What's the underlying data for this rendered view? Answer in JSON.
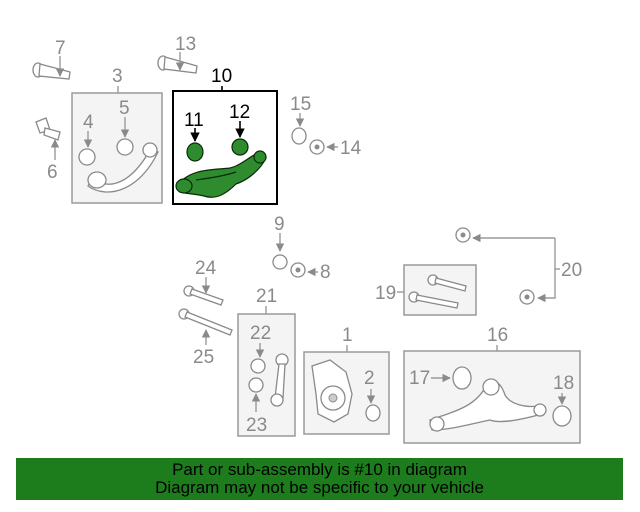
{
  "colors": {
    "banner_background": "#1d7d1d",
    "highlight_part": "#2e8b2e",
    "callout_gray": "#8a8a8a"
  },
  "callouts": {
    "p1": "1",
    "p2": "2",
    "p3": "3",
    "p4": "4",
    "p5": "5",
    "p6": "6",
    "p7": "7",
    "p8": "8",
    "p9": "9",
    "p10": "10",
    "p11": "11",
    "p12": "12",
    "p13": "13",
    "p14": "14",
    "p15": "15",
    "p16": "16",
    "p17": "17",
    "p18": "18",
    "p19": "19",
    "p20": "20",
    "p21": "21",
    "p22": "22",
    "p23": "23",
    "p24": "24",
    "p25": "25"
  },
  "banner": {
    "line1": "Part or sub-assembly is #10 in diagram",
    "line2": "Diagram may not be specific to your vehicle"
  }
}
